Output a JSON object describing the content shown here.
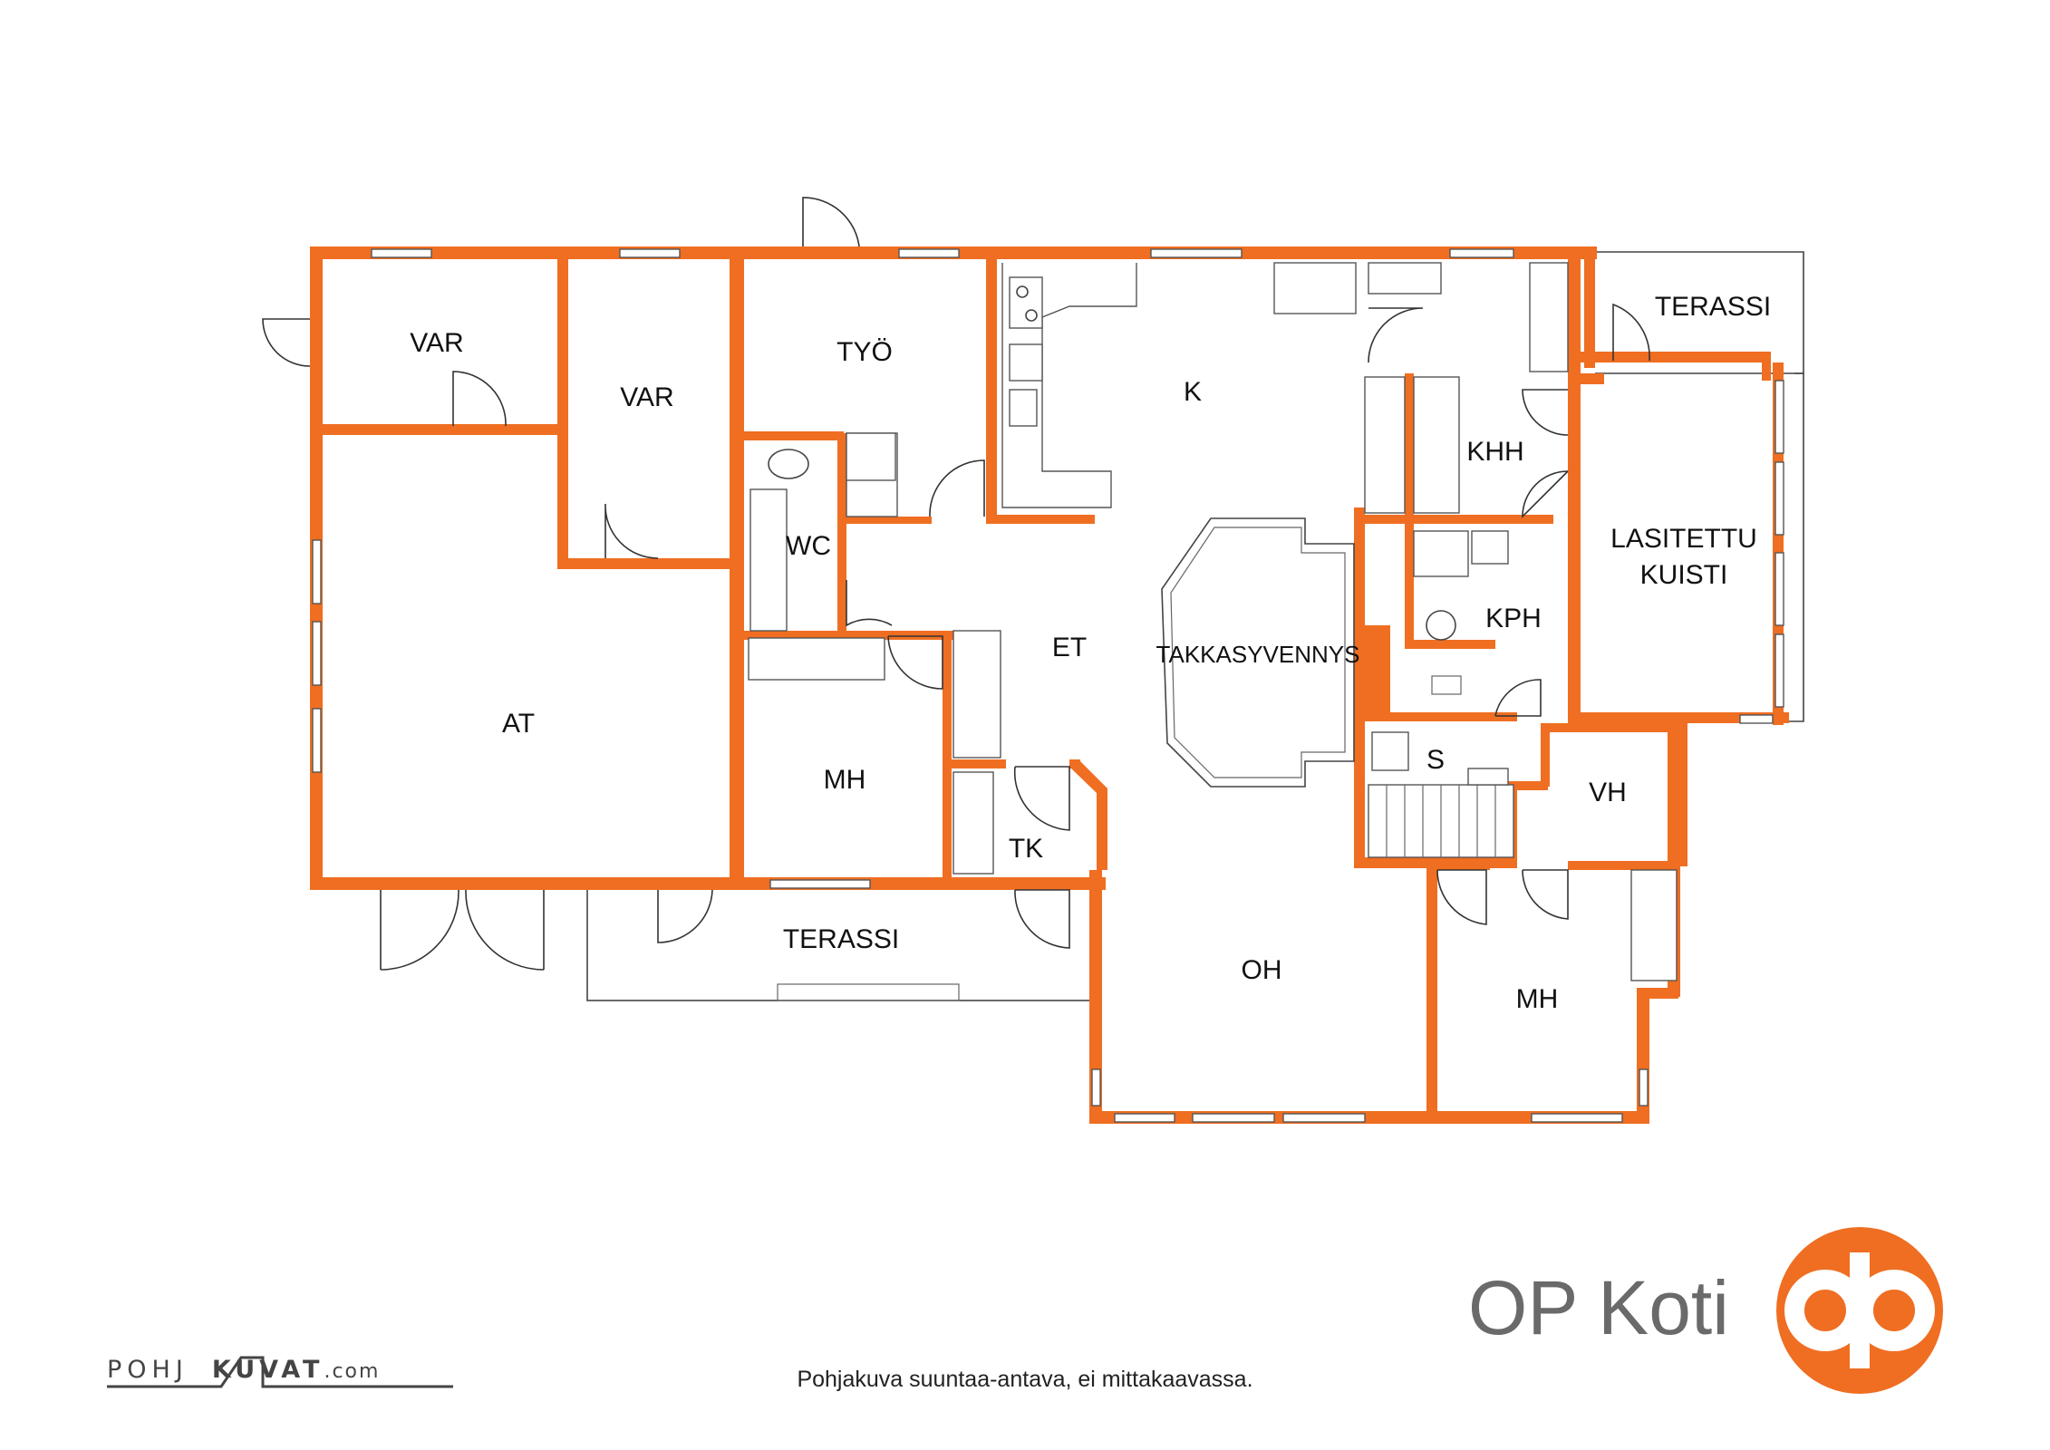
{
  "rooms": {
    "var1": "VAR",
    "var2": "VAR",
    "tyo": "TYÖ",
    "k": "K",
    "khh": "KHH",
    "terassi_ne": "TERASSI",
    "lasitettu_1": "LASITETTU",
    "lasitettu_2": "KUISTI",
    "wc": "WC",
    "at": "AT",
    "et": "ET",
    "takkasyvennys": "TAKKASYVENNYS",
    "kph": "KPH",
    "s": "S",
    "vh": "VH",
    "mh1": "MH",
    "tk": "TK",
    "terassi_s": "TERASSI",
    "oh": "OH",
    "mh2": "MH"
  },
  "brand": {
    "name": "OP Koti",
    "accent": "#ef6e22"
  },
  "caption": "Pohjakuva suuntaa-antava, ei mittakaavassa.",
  "credit": {
    "part1": "POHJ",
    "part2": "KUVAT",
    "part3": ".com"
  }
}
